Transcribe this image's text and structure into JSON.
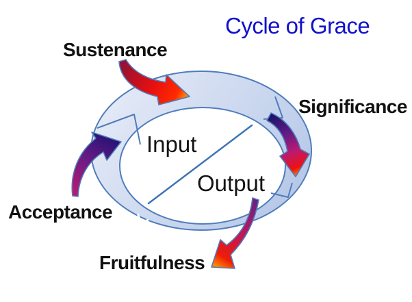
{
  "title": "Cycle of Grace",
  "diagram": {
    "stages": [
      {
        "label": "Sustenance"
      },
      {
        "label": "Significance"
      },
      {
        "label": "Fruitfulness"
      },
      {
        "label": "Acceptance"
      }
    ],
    "center": {
      "input": "Input",
      "output": "Output"
    }
  },
  "colors": {
    "title_text": "#1111cc",
    "label_text": "#111111",
    "ring_fill_light": "#e2e8f6",
    "ring_fill_dark": "#b3c5e6",
    "ring_stroke": "#4f7dbb",
    "divider_line": "#3f74b5",
    "arrow_red_dark": "#8c1238",
    "arrow_red_bright": "#e90f0f",
    "arrow_orange_tip": "#ff8800",
    "arrow_navy": "#1e1268",
    "arrow_purple": "#6c1b86",
    "arrow_magenta": "#bc1a6c"
  }
}
